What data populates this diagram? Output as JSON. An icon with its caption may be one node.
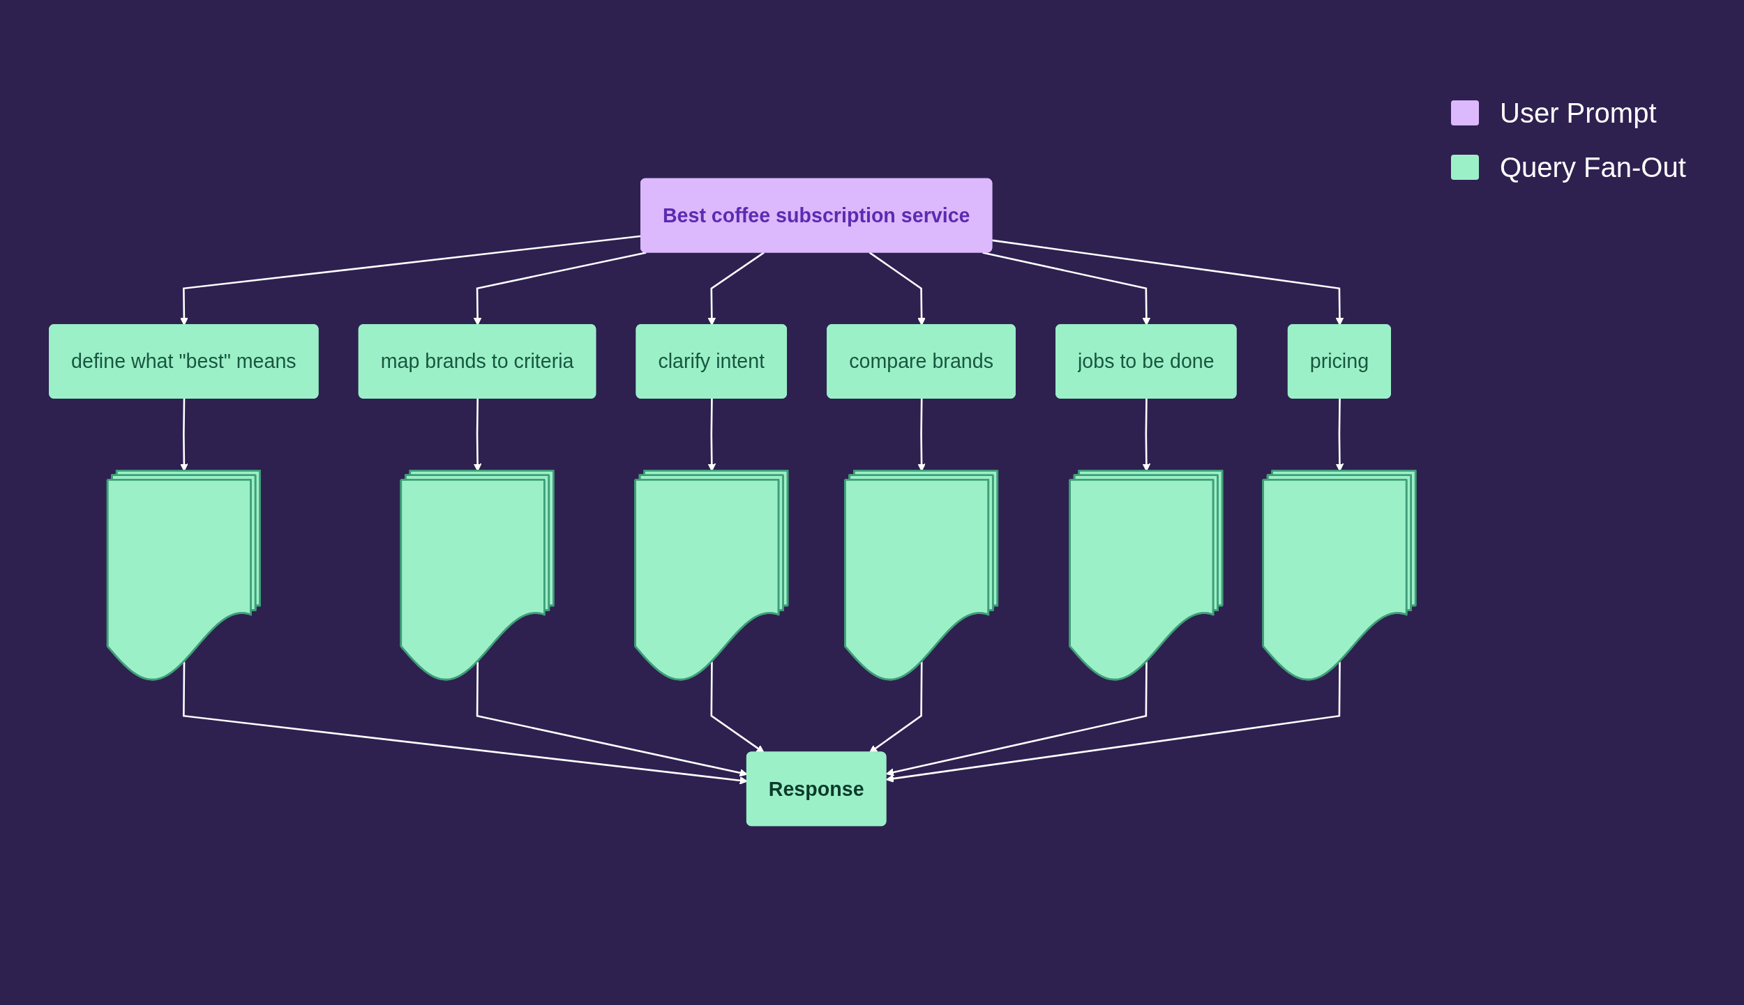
{
  "diagram": {
    "nodes": [
      {
        "text": [
          "Best coffee subscription service"
        ]
      },
      {
        "text": [
          "define what \"best\" means"
        ]
      },
      {
        "text": [
          "map brands to criteria"
        ]
      },
      {
        "text": [
          "clarify intent"
        ]
      },
      {
        "text": [
          "compare brands"
        ]
      },
      {
        "text": [
          "jobs to be done"
        ]
      },
      {
        "text": [
          "pricing"
        ]
      },
      {
        "text": [],
        "shape": "document"
      },
      {
        "text": [],
        "shape": "document"
      },
      {
        "text": [],
        "shape": "document"
      },
      {
        "text": [],
        "shape": "document"
      },
      {
        "text": [],
        "shape": "document"
      },
      {
        "text": [],
        "shape": "document"
      },
      {
        "text": [
          "Response"
        ]
      }
    ],
    "edges": [
      {
        "from": 0,
        "to": 1,
        "arrow": "to"
      },
      {
        "from": 0,
        "to": 2,
        "arrow": "to"
      },
      {
        "from": 0,
        "to": 3,
        "arrow": "to"
      },
      {
        "from": 0,
        "to": 4,
        "arrow": "to"
      },
      {
        "from": 0,
        "to": 5,
        "arrow": "to"
      },
      {
        "from": 0,
        "to": 6,
        "arrow": "to"
      },
      {
        "from": 1,
        "to": 7,
        "arrow": "to"
      },
      {
        "from": 2,
        "to": 8,
        "arrow": "to"
      },
      {
        "from": 3,
        "to": 9,
        "arrow": "to"
      },
      {
        "from": 4,
        "to": 10,
        "arrow": "to"
      },
      {
        "from": 5,
        "to": 11,
        "arrow": "to"
      },
      {
        "from": 6,
        "to": 12,
        "arrow": "to"
      },
      {
        "from": 7,
        "to": 13,
        "arrow": "to"
      },
      {
        "from": 8,
        "to": 13,
        "arrow": "to"
      },
      {
        "from": 9,
        "to": 13,
        "arrow": "to"
      },
      {
        "from": 10,
        "to": 13,
        "arrow": "to"
      },
      {
        "from": 11,
        "to": 13,
        "arrow": "to"
      },
      {
        "from": 12,
        "to": 13,
        "arrow": "to"
      }
    ],
    "legend": [
      {
        "text": "User Prompt",
        "color": "#dcb8fc"
      },
      {
        "text": "Query Fan-Out",
        "color": "#9cf0c8"
      }
    ]
  }
}
